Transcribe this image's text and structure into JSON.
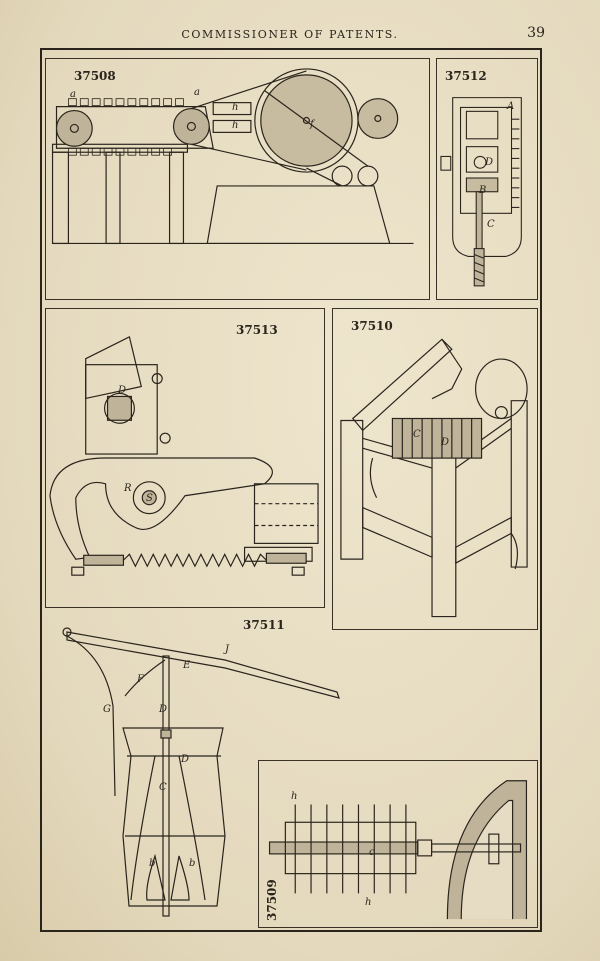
{
  "header": {
    "title": "COMMISSIONER OF PATENTS.",
    "page_number": "39"
  },
  "figures": {
    "fig_37508": {
      "number": "37508",
      "labels": {
        "a1": "a",
        "a2": "a",
        "h1": "h",
        "h2": "h",
        "f": "f"
      }
    },
    "fig_37512": {
      "number": "37512",
      "labels": {
        "A": "A",
        "D": "D",
        "B": "B",
        "C": "C"
      }
    },
    "fig_37513": {
      "number": "37513",
      "labels": {
        "D": "D",
        "R": "R",
        "S": "S"
      }
    },
    "fig_37510": {
      "number": "37510",
      "labels": {
        "C": "C",
        "D": "D"
      }
    },
    "fig_37511": {
      "number": "37511",
      "labels": {
        "J": "J",
        "E": "E",
        "F": "F",
        "G": "G",
        "D1": "D",
        "D2": "D",
        "C": "C",
        "b1": "b",
        "b2": "b"
      }
    },
    "fig_37509": {
      "number": "37509",
      "labels": {
        "h1": "h",
        "c": "c",
        "h2": "h"
      }
    }
  }
}
